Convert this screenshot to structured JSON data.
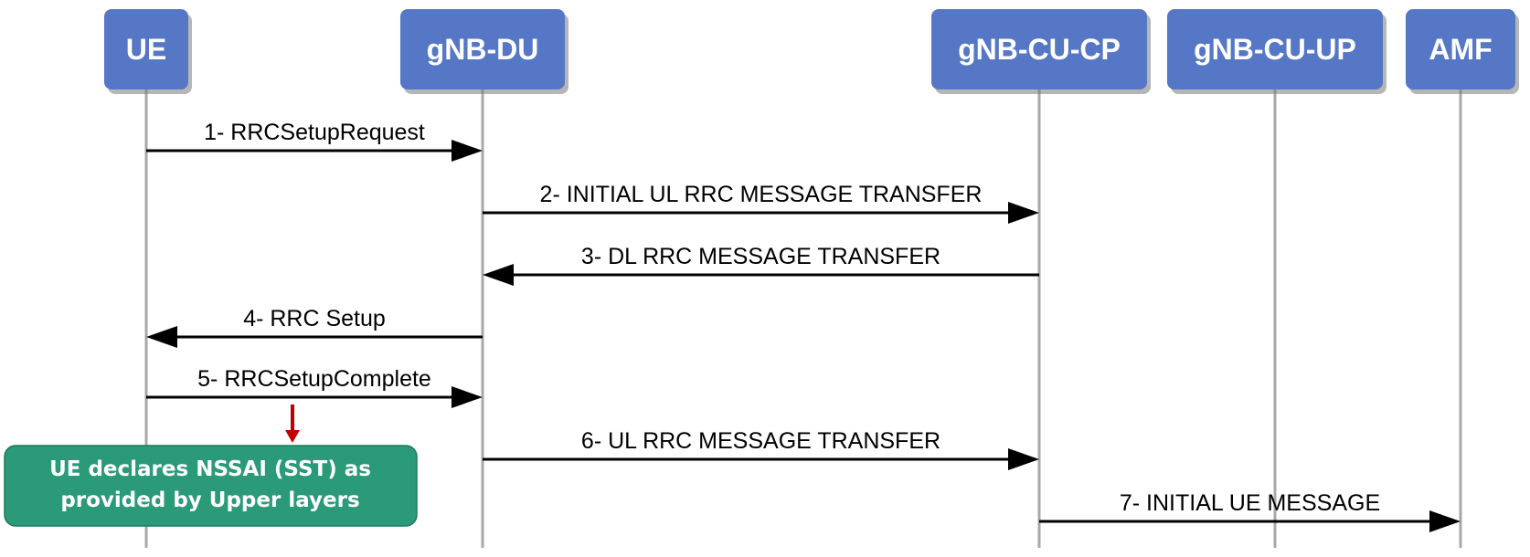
{
  "entities": [
    {
      "id": "ue",
      "label": "UE"
    },
    {
      "id": "gnb-du",
      "label": "gNB-DU"
    },
    {
      "id": "gnb-cu-cp",
      "label": "gNB-CU-CP"
    },
    {
      "id": "gnb-cu-up",
      "label": "gNB-CU-UP"
    },
    {
      "id": "amf",
      "label": "AMF"
    }
  ],
  "messages": [
    {
      "from": "ue",
      "to": "gnb-du",
      "label": "1- RRCSetupRequest"
    },
    {
      "from": "gnb-du",
      "to": "gnb-cu-cp",
      "label": "2- INITIAL UL RRC MESSAGE TRANSFER"
    },
    {
      "from": "gnb-cu-cp",
      "to": "gnb-du",
      "label": "3- DL RRC MESSAGE TRANSFER"
    },
    {
      "from": "gnb-du",
      "to": "ue",
      "label": "4- RRC Setup"
    },
    {
      "from": "ue",
      "to": "gnb-du",
      "label": "5- RRCSetupComplete"
    },
    {
      "from": "gnb-du",
      "to": "gnb-cu-cp",
      "label": "6- UL RRC MESSAGE TRANSFER"
    },
    {
      "from": "gnb-cu-cp",
      "to": "amf",
      "label": "7- INITIAL UE MESSAGE"
    }
  ],
  "note": {
    "lines": [
      "UE declares NSSAI (SST) as",
      "provided by Upper layers"
    ],
    "attached_to_message": 5
  },
  "colors": {
    "entity_fill": "#5577c6",
    "lifeline": "#a8a8a8",
    "note_fill": "#2a9a78",
    "note_arrow": "#c00000"
  }
}
